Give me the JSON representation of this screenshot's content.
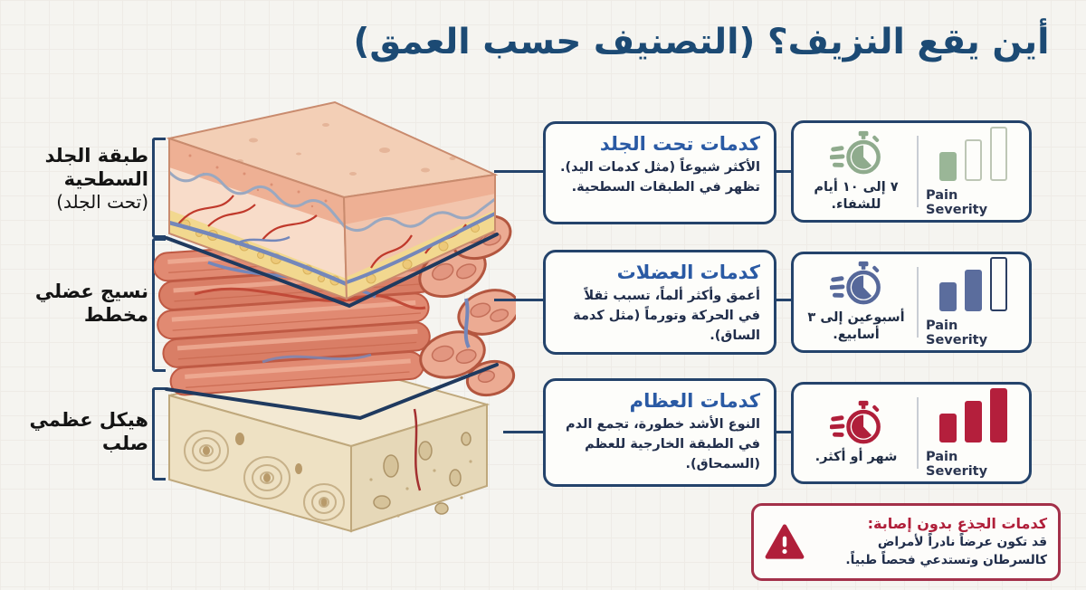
{
  "title": "أين يقع النزيف؟ (التصنيف حسب العمق)",
  "layer_labels": [
    {
      "line1": "طبقة الجلد",
      "line2": "السطحية",
      "sub": "(تحت الجلد)"
    },
    {
      "line1": "نسيج عضلي",
      "line2": "مخطط",
      "sub": ""
    },
    {
      "line1": "هيكل عظمي",
      "line2": "صلب",
      "sub": ""
    }
  ],
  "rows": [
    {
      "card_title": "كدمات تحت الجلد",
      "card_body": "الأكثر شيوعاً (مثل كدمات اليد). تظهر في الطبقات السطحية.",
      "duration": "٧ إلى ١٠ أيام للشفاء.",
      "pain_label": "Pain Severity",
      "severity": 1,
      "accent": "#9ab697",
      "icon": "stopwatch-fast-icon"
    },
    {
      "card_title": "كدمات العضلات",
      "card_body": "أعمق وأكثر ألماً، تسبب ثقلاً في الحركة وتورماً (مثل كدمة الساق).",
      "duration": "أسبوعين إلى ٣ أسابيع.",
      "pain_label": "Pain Severity",
      "severity": 2,
      "accent": "#5b6d9d",
      "icon": "stopwatch-fast-icon"
    },
    {
      "card_title": "كدمات العظام",
      "card_body": "النوع الأشد خطورة، تجمع الدم في الطبقة الخارجية للعظم (السمحاق).",
      "duration": "شهر أو أكثر.",
      "pain_label": "Pain Severity",
      "severity": 3,
      "accent": "#b41f3c",
      "icon": "stopwatch-fast-icon"
    }
  ],
  "warning": {
    "title": "كدمات الجذع بدون إصابة:",
    "body": "قد تكون عرضاً نادراً لأمراض كالسرطان وتستدعي فحصاً طبياً.",
    "icon": "warning-triangle-icon"
  },
  "colors": {
    "background": "#f5f4f0",
    "navy_border": "#24436b",
    "title_navy": "#1c4a74",
    "card_title_blue": "#2a5aa4",
    "green_accent": "#9ab697",
    "blue_accent": "#5b6d9d",
    "red_accent": "#b41f3c",
    "warning_border": "#a33049"
  }
}
